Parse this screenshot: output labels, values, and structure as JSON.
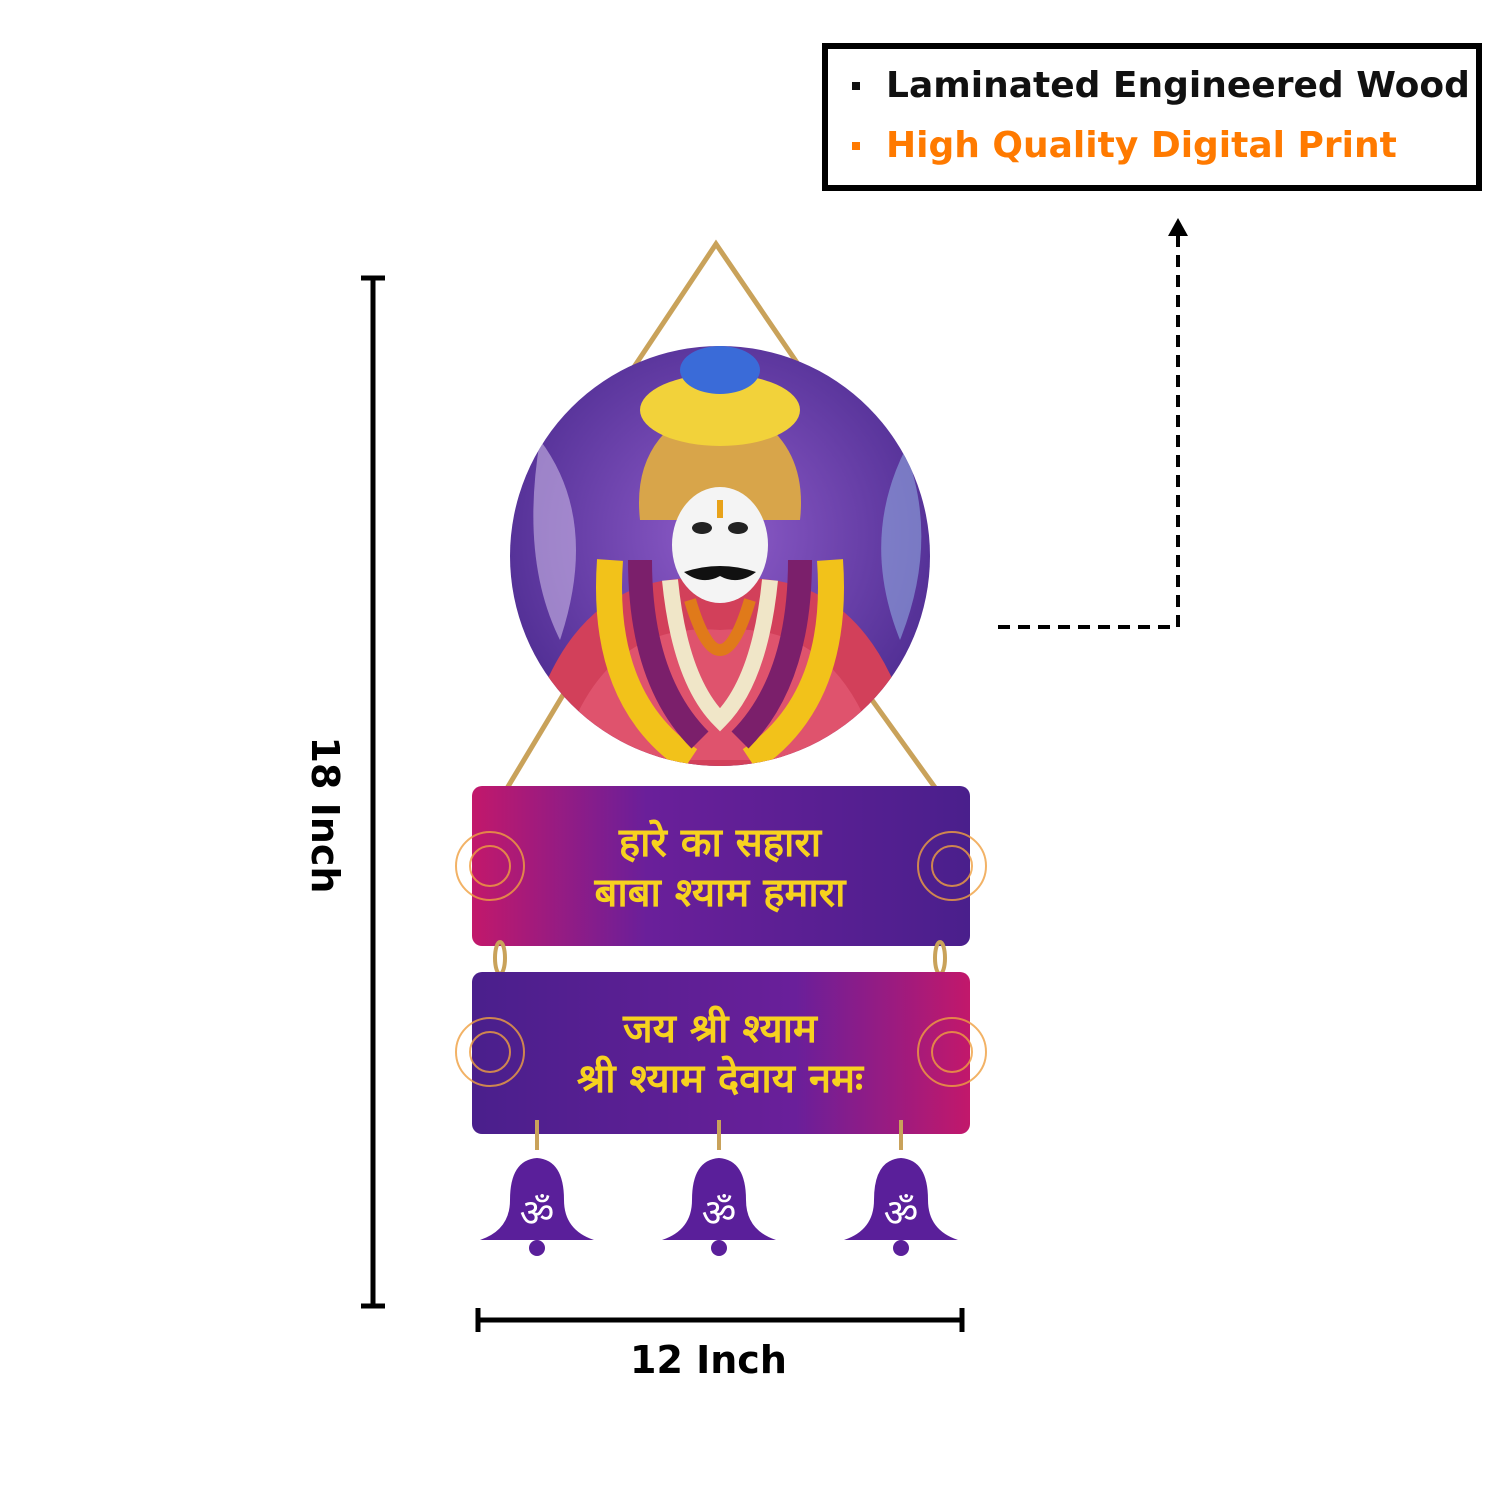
{
  "features": [
    {
      "label": "Laminated Engineered Wood",
      "color": "#111111"
    },
    {
      "label": "High Quality Digital Print",
      "color": "#ff7a00"
    }
  ],
  "plaque_top": {
    "line1": "हारे का सहारा",
    "line2": "बाबा श्याम हमारा"
  },
  "plaque_bottom": {
    "line1": "जय श्री श्याम",
    "line2": "श्री श्याम देवाय नमः"
  },
  "bell_symbol": "ॐ",
  "dimensions": {
    "width": "12 Inch",
    "height": "18 Inch"
  },
  "colors": {
    "purple": "#4a1f8c",
    "magenta": "#c2186b",
    "gold": "#f7d21e",
    "rope": "#c9a25a"
  }
}
